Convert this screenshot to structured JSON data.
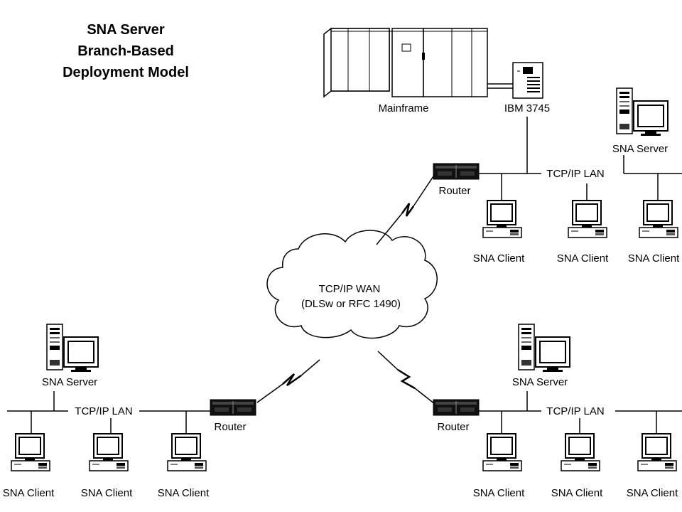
{
  "title": {
    "line1": "SNA Server",
    "line2": "Branch-Based",
    "line3": "Deployment Model"
  },
  "hub": {
    "mainframe_label": "Mainframe",
    "controller_label": "IBM 3745",
    "router_label": "Router",
    "lan_label": "TCP/IP LAN",
    "server_label": "SNA Server",
    "clients": [
      "SNA Client",
      "SNA Client",
      "SNA Client"
    ]
  },
  "wan": {
    "line1": "TCP/IP WAN",
    "line2": "(DLSw or RFC 1490)"
  },
  "branch_left": {
    "router_label": "Router",
    "lan_label": "TCP/IP LAN",
    "server_label": "SNA Server",
    "clients": [
      "SNA Client",
      "SNA Client",
      "SNA Client"
    ]
  },
  "branch_right": {
    "router_label": "Router",
    "lan_label": "TCP/IP LAN",
    "server_label": "SNA Server",
    "clients": [
      "SNA Client",
      "SNA Client",
      "SNA Client"
    ]
  }
}
